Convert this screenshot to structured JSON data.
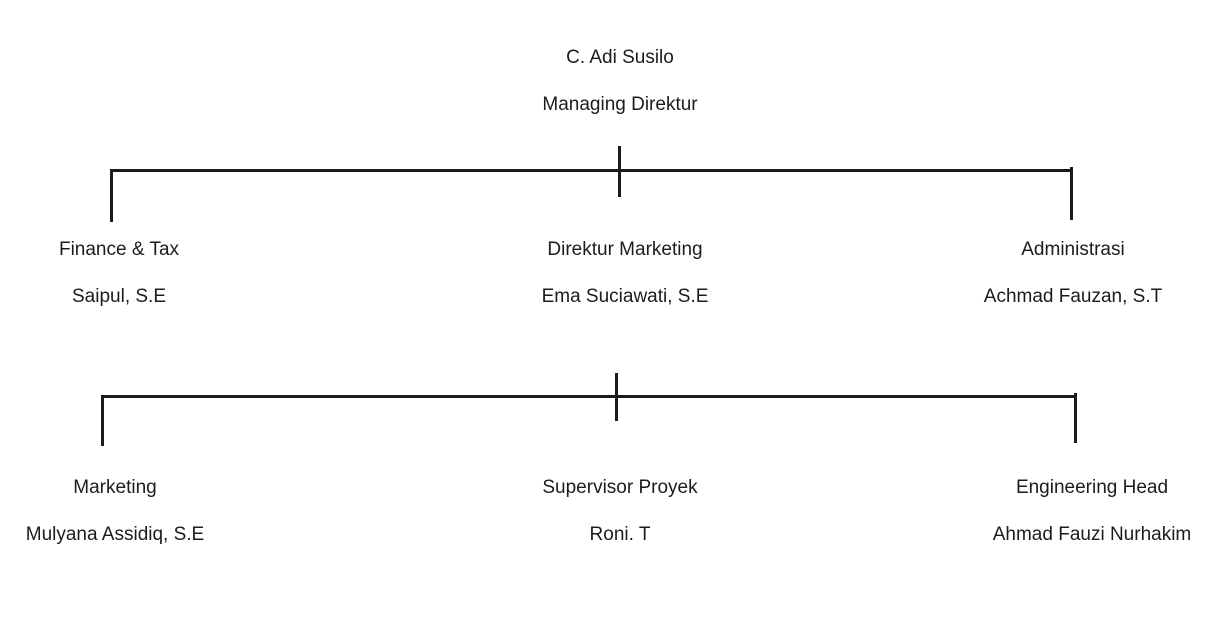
{
  "org_chart": {
    "root": {
      "line1": "C. Adi Susilo",
      "line2": "Managing Direktur"
    },
    "level2": [
      {
        "line1": "Finance & Tax",
        "line2": "Saipul, S.E"
      },
      {
        "line1": "Direktur Marketing",
        "line2": "Ema Suciawati, S.E"
      },
      {
        "line1": "Administrasi",
        "line2": "Achmad Fauzan, S.T"
      }
    ],
    "level3": [
      {
        "line1": "Marketing",
        "line2": "Mulyana Assidiq, S.E"
      },
      {
        "line1": "Supervisor Proyek",
        "line2": "Roni. T"
      },
      {
        "line1": "Engineering Head",
        "line2": "Ahmad Fauzi Nurhakim"
      }
    ],
    "colors": {
      "text": "#1c1c1c",
      "line": "#1b1b1b"
    }
  }
}
